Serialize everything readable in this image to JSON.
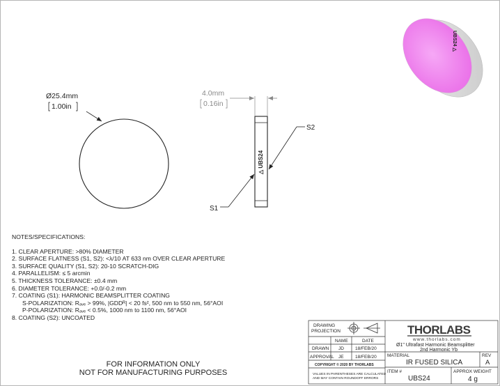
{
  "views": {
    "front": {
      "diameter_mm": "Ø25.4mm",
      "diameter_in": "1.00in"
    },
    "side": {
      "thickness_mm": "4.0mm",
      "thickness_in": "0.16in",
      "engraving": "△ UBS24",
      "surface1": "S1",
      "surface2": "S2"
    },
    "photo_engraving": "UBS24 △"
  },
  "notes": {
    "title": "NOTES/SPECIFICATIONS:",
    "lines": [
      {
        "text": "1. CLEAR APERTURE: >80% DIAMETER"
      },
      {
        "text": "2. SURFACE FLATNESS (S1, S2): <λ/10 AT 633 nm OVER CLEAR APERTURE"
      },
      {
        "text": "3. SURFACE QUALITY (S1, S2): 20-10 SCRATCH-DIG"
      },
      {
        "text": "4. PARALLELISM: ≤ 5 arcmin"
      },
      {
        "text": "5. THICKNESS TOLERANCE: ±0.4 mm"
      },
      {
        "text": "6. DIAMETER TOLERANCE: +0.0/-0.2 mm"
      },
      {
        "text": "7. COATING (S1): HARMONIC BEAMSPLITTER COATING"
      },
      {
        "text": "S-POLARIZATION: Rₐᵥₑ > 99%, |GDDᴿ| < 20 fs², 500 nm to 550 nm, 56°AOI",
        "indent": true
      },
      {
        "text": "P-POLARIZATION: Rₐᵥₑ < 0.5%, 1000 nm to 1100 nm, 56°AOI",
        "indent": true
      },
      {
        "text": "8. COATING (S2): UNCOATED"
      }
    ]
  },
  "disclaimer": {
    "line1": "FOR INFORMATION ONLY",
    "line2": "NOT FOR MANUFACTURING PURPOSES"
  },
  "title_block": {
    "drawing_projection": [
      "DRAWING",
      "PROJECTION"
    ],
    "col_name": "NAME",
    "col_date": "DATE",
    "drawn_label": "DRAWN",
    "drawn_name": "JD",
    "drawn_date": "18/FEB/20",
    "approval_label": "APPROVAL",
    "approval_name": "JE",
    "approval_date": "18/FEB/20",
    "copyright": "COPYRIGHT © 2020 BY THORLABS",
    "rounding_note": [
      "VALUES IN PARENTHESES ARE CALCULATED",
      "AND MAY CONTAIN ROUNDOFF ERRORS"
    ],
    "brand": "THORLABS",
    "website": "www.thorlabs.com",
    "description_line1": "Ø1\" Ultrafast Harmonic Beamsplitter",
    "description_line2": "2nd Harmonic Yb",
    "material_label": "MATERIAL",
    "material_value": "IR FUSED SILICA",
    "rev_label": "REV",
    "rev_value": "A",
    "item_label": "ITEM #",
    "item_value": "UBS24",
    "weight_label": "APPROX WEIGHT",
    "weight_value": "4 g"
  },
  "colors": {
    "line": "#222222",
    "dimension": "#8a8a8a",
    "optic_coating": "#f07cf0",
    "optic_edge": "#d9d9d9",
    "border": "#b5b5b5"
  }
}
